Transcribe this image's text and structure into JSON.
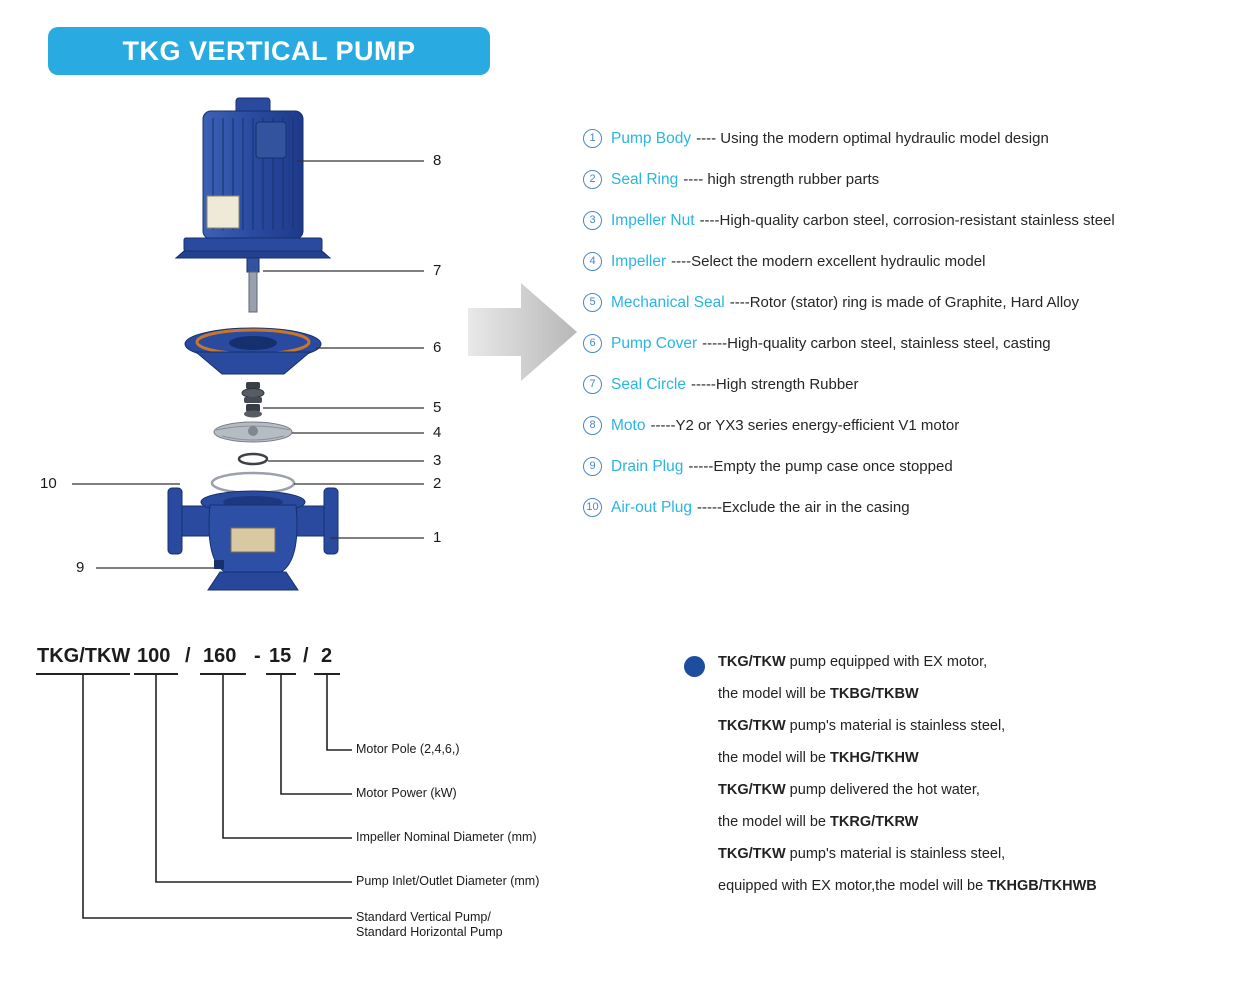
{
  "colors": {
    "banner_blue": "#29abe2",
    "part_name_cyan": "#29b6e0",
    "badge_blue": "#4a86c8",
    "pump_blue": "#2a4aa0",
    "note_bullet_blue": "#1d4e9e"
  },
  "header": {
    "title": "TKG VERTICAL PUMP"
  },
  "diagram": {
    "callouts": [
      "8",
      "7",
      "6",
      "5",
      "4",
      "3",
      "2",
      "1",
      "10",
      "9"
    ]
  },
  "parts": [
    {
      "num": "1",
      "name": "Pump Body",
      "desc": "---- Using the modern optimal hydraulic model design"
    },
    {
      "num": "2",
      "name": "Seal Ring",
      "desc": "---- high strength rubber parts"
    },
    {
      "num": "3",
      "name": "Impeller Nut",
      "desc": "----High-quality carbon steel, corrosion-resistant stainless steel"
    },
    {
      "num": "4",
      "name": "Impeller",
      "desc": "----Select the modern excellent hydraulic model"
    },
    {
      "num": "5",
      "name": "Mechanical Seal",
      "desc": "----Rotor (stator) ring is made of Graphite, Hard Alloy"
    },
    {
      "num": "6",
      "name": "Pump Cover",
      "desc": "-----High-quality carbon steel, stainless steel, casting"
    },
    {
      "num": "7",
      "name": "Seal Circle",
      "desc": "-----High strength Rubber"
    },
    {
      "num": "8",
      "name": "Moto",
      "desc": "-----Y2 or YX3 series energy-efficient V1 motor"
    },
    {
      "num": "9",
      "name": "Drain Plug",
      "desc": "-----Empty the pump case once stopped"
    },
    {
      "num": "10",
      "name": "Air-out Plug",
      "desc": "-----Exclude the air in the casing"
    }
  ],
  "model_code": {
    "tokens": [
      "TKG/TKW",
      "100",
      "/",
      "160",
      "-",
      "15",
      "/",
      "2"
    ],
    "labels": [
      "Motor Pole (2,4,6,)",
      "Motor Power (kW)",
      "Impeller Nominal Diameter (mm)",
      "Pump Inlet/Outlet Diameter (mm)",
      "Standard Vertical Pump/\nStandard Horizontal Pump"
    ]
  },
  "notes": [
    {
      "b1": "TKG/TKW",
      "t": " pump equipped with EX motor,",
      "b2": ""
    },
    {
      "b1": "",
      "t": "the model will be ",
      "b2": "TKBG/TKBW"
    },
    {
      "b1": "TKG/TKW",
      "t": " pump's material is stainless steel,",
      "b2": ""
    },
    {
      "b1": "",
      "t": "the model will be ",
      "b2": "TKHG/TKHW"
    },
    {
      "b1": "TKG/TKW",
      "t": " pump delivered the hot water,",
      "b2": ""
    },
    {
      "b1": "",
      "t": "the model will be ",
      "b2": "TKRG/TKRW"
    },
    {
      "b1": "TKG/TKW",
      "t": " pump's material is stainless steel,",
      "b2": ""
    },
    {
      "b1": "",
      "t": "equipped with EX motor,the model will be ",
      "b2": "TKHGB/TKHWB"
    }
  ]
}
